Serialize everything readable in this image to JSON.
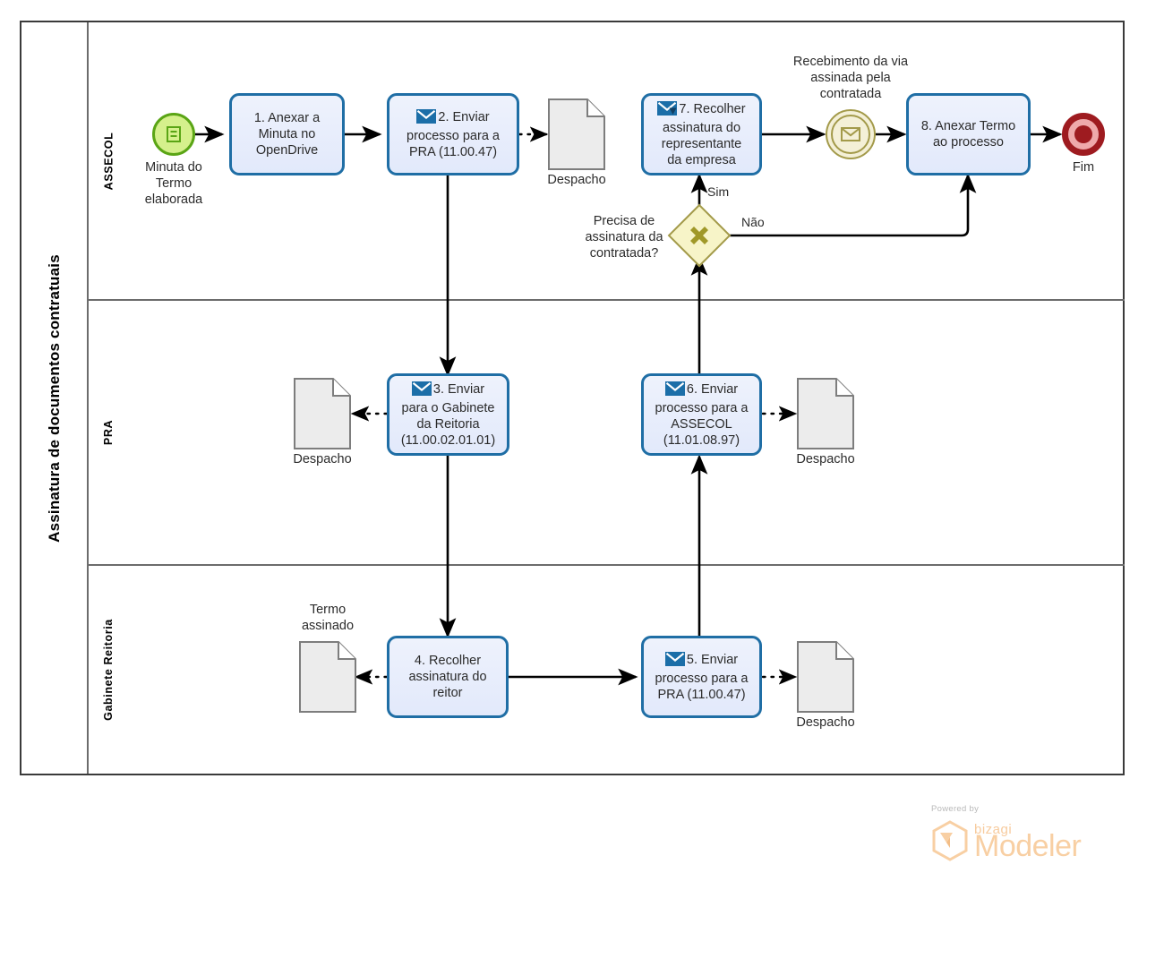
{
  "pool": {
    "title": "Assinatura de documentos contratuais"
  },
  "lanes": [
    {
      "id": "assecol",
      "label": "ASSECOL"
    },
    {
      "id": "pra",
      "label": "PRA"
    },
    {
      "id": "gabinete",
      "label": "Gabinete Reitoria"
    }
  ],
  "events": {
    "start": {
      "label": "Minuta do\nTermo\nelaborada",
      "line1": "Minuta do",
      "line2": "Termo",
      "line3": "elaborada",
      "type": "start-conditional",
      "color": "#5aa515",
      "fill": "#d5f08c"
    },
    "intermediate": {
      "line1": "Recebimento da via",
      "line2": "assinada pela",
      "line3": "contratada",
      "type": "intermediate-message-catch",
      "color": "#a39a4a",
      "fill": "#f4f0d7"
    },
    "end": {
      "label": "Fim",
      "type": "end-none",
      "color": "#9e1b20",
      "fill": "#efa9ab"
    }
  },
  "gateway": {
    "line1": "Precisa de",
    "line2": "assinatura da",
    "line3": "contratada?",
    "type": "exclusive",
    "color": "#a39a4a",
    "fill": "#f7f4c8",
    "flow_yes": "Sim",
    "flow_no": "Não"
  },
  "tasks": [
    {
      "id": "t1",
      "lane": "assecol",
      "icon": "none",
      "line1": "1. Anexar a",
      "line2": "Minuta no",
      "line3": "OpenDrive",
      "line4": ""
    },
    {
      "id": "t2",
      "lane": "assecol",
      "icon": "send-message",
      "line1": "2. Enviar",
      "line2": "processo para a",
      "line3": "PRA (11.00.47)",
      "line4": ""
    },
    {
      "id": "t7",
      "lane": "assecol",
      "icon": "receive-message",
      "line1": "7. Recolher",
      "line2": "assinatura do",
      "line3": "representante",
      "line4": "da empresa"
    },
    {
      "id": "t8",
      "lane": "assecol",
      "icon": "none",
      "line1": "8. Anexar Termo",
      "line2": "ao processo",
      "line3": "",
      "line4": ""
    },
    {
      "id": "t3",
      "lane": "pra",
      "icon": "send-message",
      "line1": "3. Enviar",
      "line2": "para o Gabinete",
      "line3": "da Reitoria",
      "line4": "(11.00.02.01.01)"
    },
    {
      "id": "t6",
      "lane": "pra",
      "icon": "send-message",
      "line1": "6. Enviar",
      "line2": "processo para a",
      "line3": "ASSECOL",
      "line4": "(11.01.08.97)"
    },
    {
      "id": "t4",
      "lane": "gabinete",
      "icon": "none",
      "line1": "4. Recolher",
      "line2": "assinatura do",
      "line3": "reitor",
      "line4": ""
    },
    {
      "id": "t5",
      "lane": "gabinete",
      "icon": "send-message",
      "line1": "5. Enviar",
      "line2": "processo para a",
      "line3": "PRA (11.00.47)",
      "line4": ""
    }
  ],
  "documents": [
    {
      "id": "d2",
      "label": "Despacho",
      "lane": "assecol"
    },
    {
      "id": "d3",
      "label": "Despacho",
      "lane": "pra"
    },
    {
      "id": "d6",
      "label": "Despacho",
      "lane": "pra"
    },
    {
      "id": "d4",
      "label": "Termo\nassinado",
      "l1": "Termo",
      "l2": "assinado",
      "lane": "gabinete"
    },
    {
      "id": "d5",
      "label": "Despacho",
      "lane": "gabinete"
    }
  ],
  "watermark": {
    "powered": "Powered by",
    "brand": "bizagi",
    "product": "Modeler",
    "color": "#f8cfa3"
  },
  "theme": {
    "task_border": "#1f6ea5",
    "task_fill": "#e8eefb",
    "pool_border": "#3a3a3a",
    "lane_border": "#6c6c6c",
    "flow_color": "#000000",
    "doc_border": "#7d7d7d",
    "doc_fill": "#ececec"
  }
}
